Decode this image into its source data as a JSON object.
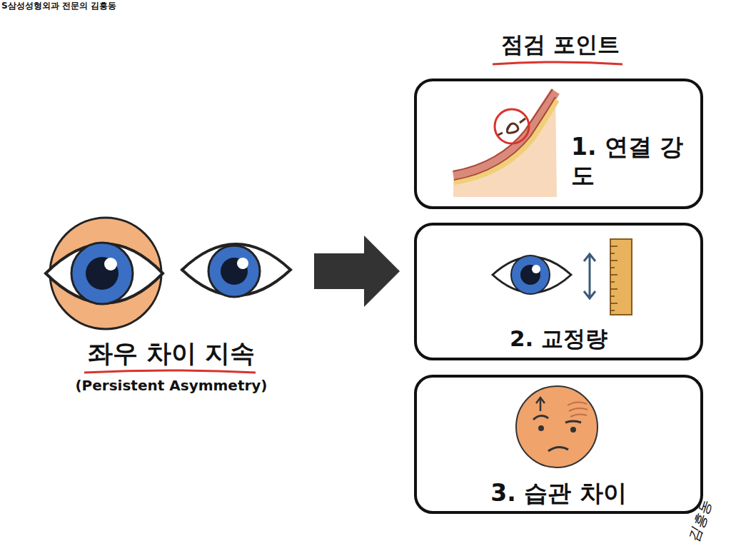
{
  "diagram": {
    "title": "점검 포인트",
    "nodes": [
      {
        "text": [
          "1. 연결 강도"
        ]
      },
      {
        "text": [
          "2. 교정량"
        ]
      },
      {
        "text": [
          "3. 습관 차이"
        ]
      }
    ],
    "labels": [
      "S삼성성형외과 전문의 김흥동",
      "좌우 차이 지속",
      "(Persistent Asymmetry)",
      "김흥동"
    ]
  }
}
